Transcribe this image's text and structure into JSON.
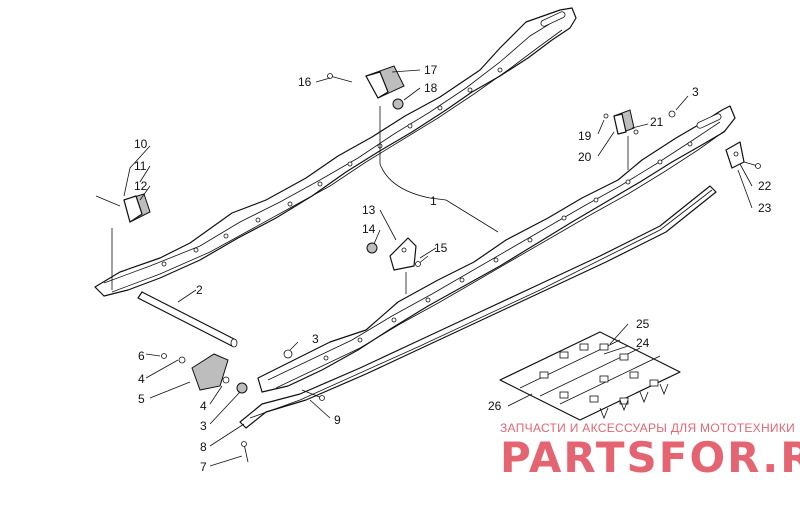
{
  "callouts": [
    {
      "id": "c1",
      "label": "1"
    },
    {
      "id": "c2",
      "label": "2"
    },
    {
      "id": "c3a",
      "label": "3"
    },
    {
      "id": "c3b",
      "label": "3"
    },
    {
      "id": "c3c",
      "label": "3"
    },
    {
      "id": "c4a",
      "label": "4"
    },
    {
      "id": "c4b",
      "label": "4"
    },
    {
      "id": "c5",
      "label": "5"
    },
    {
      "id": "c6",
      "label": "6"
    },
    {
      "id": "c7",
      "label": "7"
    },
    {
      "id": "c8",
      "label": "8"
    },
    {
      "id": "c9",
      "label": "9"
    },
    {
      "id": "c10",
      "label": "10"
    },
    {
      "id": "c11",
      "label": "11"
    },
    {
      "id": "c12",
      "label": "12"
    },
    {
      "id": "c13",
      "label": "13"
    },
    {
      "id": "c14",
      "label": "14"
    },
    {
      "id": "c15",
      "label": "15"
    },
    {
      "id": "c16",
      "label": "16"
    },
    {
      "id": "c17",
      "label": "17"
    },
    {
      "id": "c18",
      "label": "18"
    },
    {
      "id": "c19",
      "label": "19"
    },
    {
      "id": "c20",
      "label": "20"
    },
    {
      "id": "c21",
      "label": "21"
    },
    {
      "id": "c22",
      "label": "22"
    },
    {
      "id": "c23",
      "label": "23"
    },
    {
      "id": "c24",
      "label": "24"
    },
    {
      "id": "c25",
      "label": "25"
    },
    {
      "id": "c26",
      "label": "26"
    }
  ],
  "watermark": {
    "subtitle": "ЗАПЧАСТИ И АКСЕССУАРЫ ДЛЯ МОТОТЕХНИКИ",
    "brand": "PARTSFOR.RU",
    "color": "#e04a5a"
  }
}
